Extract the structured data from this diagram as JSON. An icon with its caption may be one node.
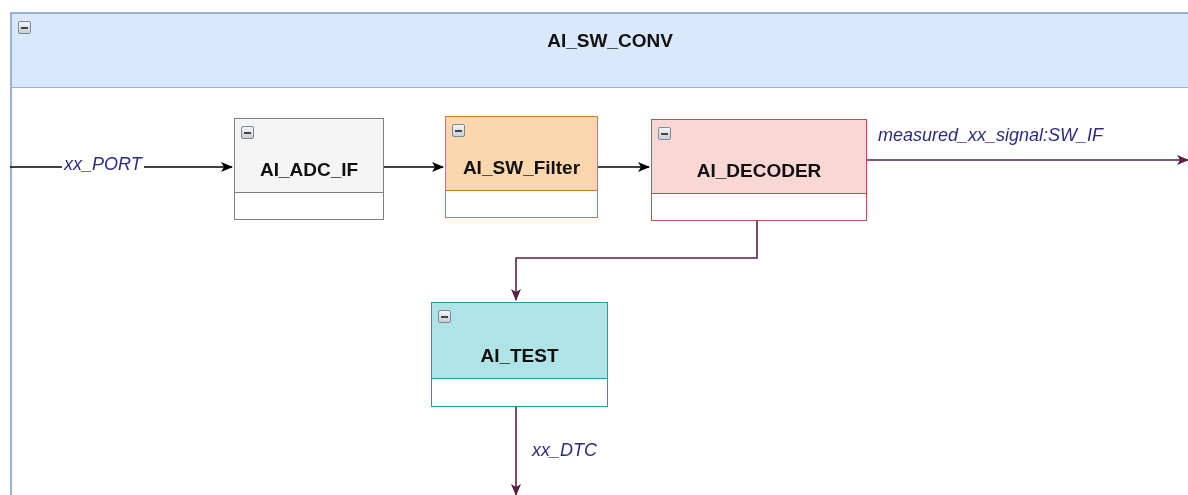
{
  "diagram": {
    "nodes": [
      {
        "text": [
          "AI_SW_CONV"
        ]
      },
      {
        "text": [
          "AI_ADC_IF"
        ],
        "in": 0
      },
      {
        "text": [
          "AI_SW_Filter"
        ],
        "in": 0
      },
      {
        "text": [
          "AI_DECODER"
        ],
        "in": 0
      },
      {
        "text": [
          "AI_TEST"
        ],
        "in": 0
      }
    ],
    "edges": [
      {
        "from": null,
        "to": 1,
        "arrow": "to",
        "label": "xx_PORT"
      },
      {
        "from": 1,
        "to": 2,
        "arrow": "to"
      },
      {
        "from": 2,
        "to": 3,
        "arrow": "to"
      },
      {
        "from": 3,
        "to": null,
        "arrow": "to",
        "label": "measured_xx_signal:SW_IF",
        "color": "#5b1f45"
      },
      {
        "from": 3,
        "to": 4,
        "arrow": "to",
        "color": "#5b1f45"
      },
      {
        "from": 4,
        "to": null,
        "arrow": "to",
        "label": "xx_DTC",
        "color": "#5b1f45"
      }
    ]
  }
}
